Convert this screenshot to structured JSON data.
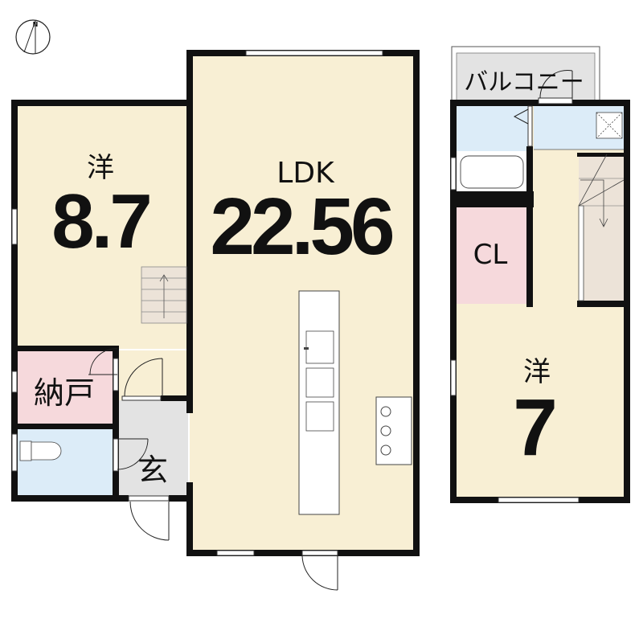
{
  "compass": {
    "label": "N",
    "icon": "north-arrow-icon"
  },
  "colors": {
    "western_room": "#f8efd4",
    "storage": "#f6d9dc",
    "wet_area": "#dcecf8",
    "entrance": "#e3e3e3",
    "stairs": "#ece3d8",
    "wall": "#111111"
  },
  "floor1": {
    "western_room": {
      "type": "洋",
      "size": "8.7"
    },
    "ldk": {
      "type": "LDK",
      "size": "22.56"
    },
    "storage": {
      "label": "納戸"
    },
    "entrance": {
      "label": "玄"
    }
  },
  "floor2": {
    "balcony": {
      "label": "バルコニー"
    },
    "closet": {
      "label": "CL"
    },
    "western_room": {
      "type": "洋",
      "size": "7"
    }
  }
}
